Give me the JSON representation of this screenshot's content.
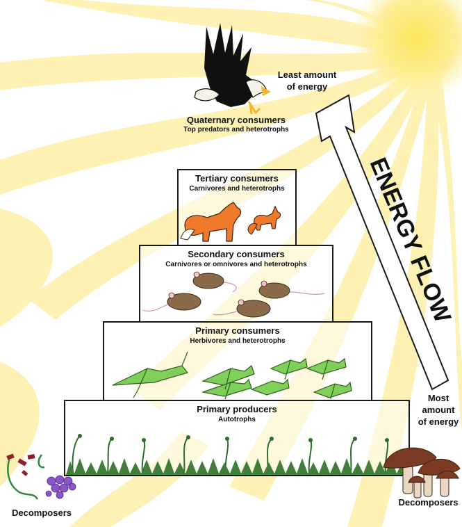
{
  "diagram": {
    "colors": {
      "sun": "#fde98a",
      "sun_core": "#fce56a",
      "ray": "#fdf0a8",
      "border": "#1a1a1a",
      "grass": "#2e6b2a",
      "grasshopper": "#7fcf5a",
      "mouse": "#8b6a4a",
      "fox": "#f07a2c",
      "mushroom": "#7a3b22",
      "berry": "#8a55c8"
    },
    "energy": {
      "label": "ENERGY FLOW",
      "top_label": "Least amount of energy",
      "bottom_label": "Most amount of energy"
    },
    "levels": {
      "quaternary": {
        "title": "Quaternary consumers",
        "subtitle": "Top predators and heterotrophs",
        "icon": "eagle-icon"
      },
      "tertiary": {
        "title": "Tertiary consumers",
        "subtitle": "Carnivores and heterotrophs",
        "icon": "fox-icon"
      },
      "secondary": {
        "title": "Secondary consumers",
        "subtitle": "Carnivores or omnivores and heterotrophs",
        "icon": "mouse-icon"
      },
      "primary": {
        "title": "Primary consumers",
        "subtitle": "Herbivores and heterotrophs",
        "icon": "grasshopper-icon"
      },
      "producers": {
        "title": "Primary producers",
        "subtitle": "Autotrophs",
        "icon": "grass-icon"
      }
    },
    "decomposers": {
      "left": {
        "label": "Decomposers",
        "icon": "bacteria-icon"
      },
      "right": {
        "label": "Decomposers",
        "icon": "mushroom-icon"
      }
    }
  }
}
